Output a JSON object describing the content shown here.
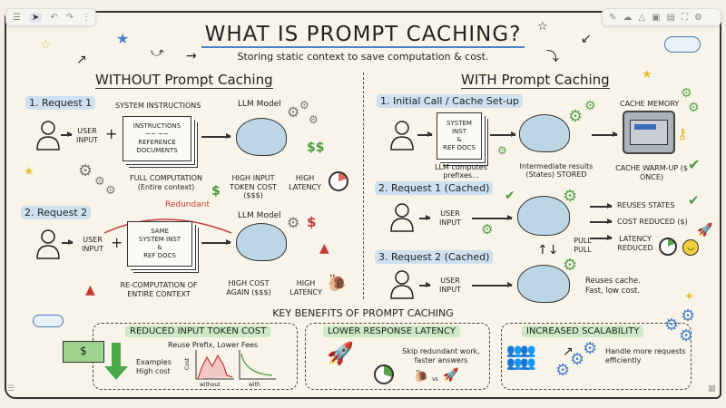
{
  "toolbar_left": {
    "icons": [
      "menu-icon",
      "pointer-icon",
      "undo-icon",
      "redo-icon",
      "more-icon"
    ]
  },
  "toolbar_right": {
    "icons": [
      "pencil-icon",
      "cloud-icon",
      "shapes-icon",
      "image-icon",
      "file-icon",
      "fullscreen-icon",
      "settings-icon"
    ]
  },
  "title": "WHAT IS PROMPT CACHING?",
  "subtitle": "Storing static context to save computation & cost.",
  "without": {
    "heading": "WITHOUT Prompt Caching",
    "req1": {
      "label": "1. Request 1",
      "sys_label": "SYSTEM INSTRUCTIONS",
      "llm_label": "LLM Model",
      "user_input": "USER INPUT",
      "plus": "+",
      "doc_lines": [
        "INSTRUCTIONS",
        "~~  ~~",
        "REFERENCE DOCUMENTS"
      ],
      "full_comp": "FULL COMPUTATION",
      "full_comp_sub": "(Entire context)",
      "cost": "HIGH INPUT TOKEN COST ($$$)",
      "latency": "HIGH LATENCY",
      "dollars": "$$",
      "dollar": "$"
    },
    "req2": {
      "label": "2. Request 2",
      "redundant": "Redundant",
      "llm_label": "LLM Model",
      "user_input": "USER INPUT",
      "plus": "+",
      "doc_lines": [
        "SAME",
        "SYSTEM INST",
        "&",
        "REF DOCS"
      ],
      "recomp": "RE-COMPUTATION OF ENTIRE CONTEXT",
      "cost": "HIGH COST AGAIN ($$$)",
      "latency": "HIGH LATENCY",
      "dollar": "$"
    }
  },
  "with": {
    "heading": "WITH Prompt Caching",
    "step1": {
      "label": "1. Initial Call / Cache Set-up",
      "doc_lines": [
        "SYSTEM",
        "INST",
        "&",
        "REF DOCS"
      ],
      "computes": "LLM computes prefixes...",
      "stored": "Intermediate results (States) STORED",
      "cache_label": "CACHE MEMORY",
      "warmup": "CACHE WARM-UP ($ once)"
    },
    "step2": {
      "label": "2. Request 1 (Cached)",
      "user_input": "USER INPUT",
      "reuses": "REUSES STATES",
      "cost": "COST REDUCED ($)",
      "latency": "LATENCY REDUCED",
      "pull": "PULL PULL"
    },
    "step3": {
      "label": "3. Request 2 (Cached)",
      "user_input": "USER INPUT",
      "note": "Reuses cache. Fast, low cost."
    }
  },
  "benefits": {
    "heading": "KEY BENEFITS OF PROMPT CACHING",
    "cards": [
      {
        "title": "REDUCED INPUT TOKEN COST",
        "subtitle": "Reuse Prefix, Lower Fees",
        "note": "Examples High cost",
        "axis": "Cost",
        "chart_without": "without",
        "chart_with": "with"
      },
      {
        "title": "LOWER RESPONSE LATENCY",
        "note": "Skip redundant work, faster answers",
        "vs": "vs"
      },
      {
        "title": "INCREASED SCALABILITY",
        "note": "Handle more requests efficiently"
      }
    ]
  },
  "colors": {
    "highlight_blue": "#cfe0f1",
    "highlight_green": "#cfe8c5",
    "brain": "#bcd6e6",
    "red": "#c43a36",
    "green": "#4a9a3e"
  }
}
